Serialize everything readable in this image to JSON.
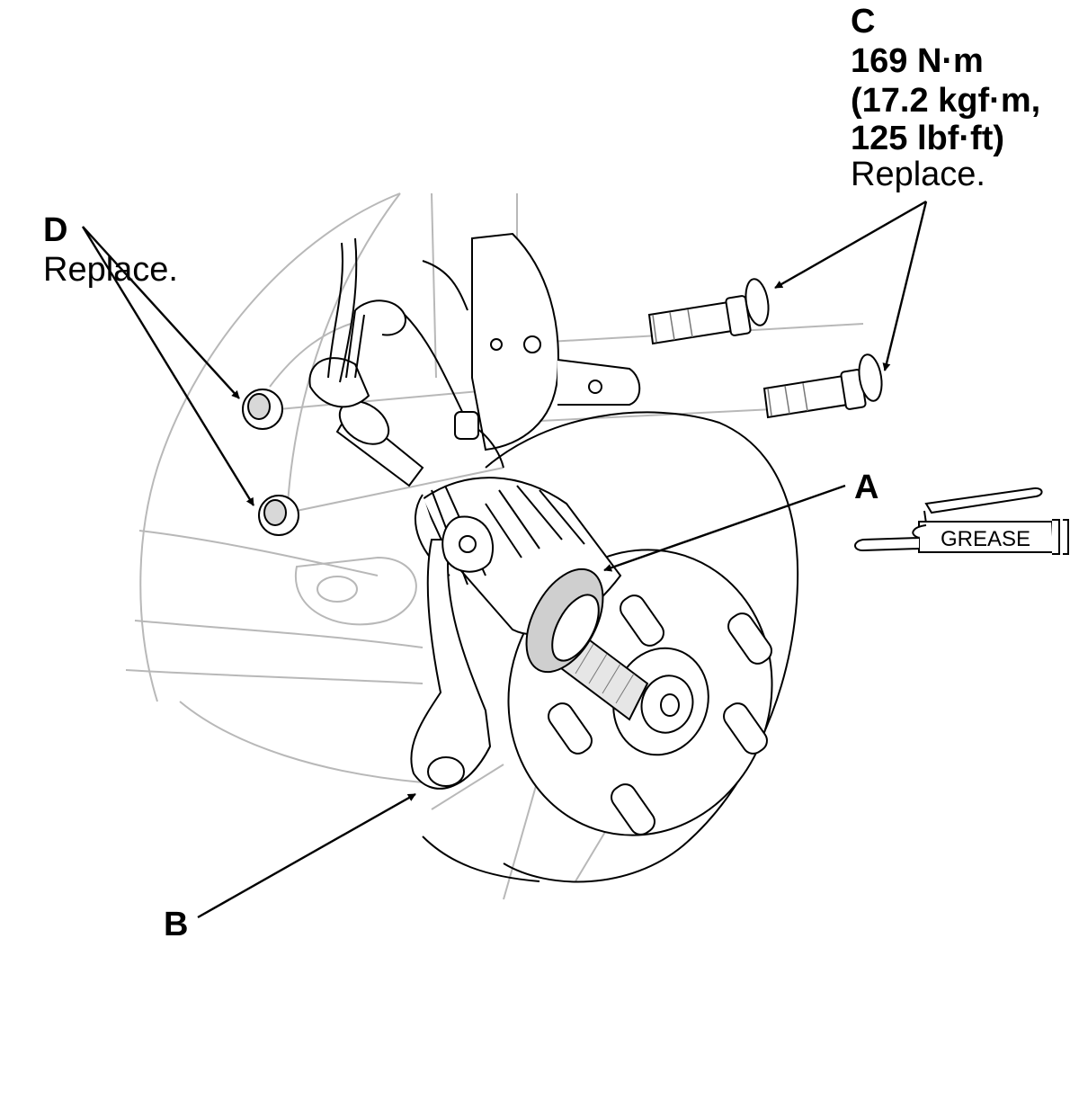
{
  "callouts": {
    "a": {
      "letter": "A"
    },
    "b": {
      "letter": "B"
    },
    "c": {
      "letter": "C",
      "torque_nm": "169 N·m",
      "torque_kgf": "(17.2 kgf·m,",
      "torque_lbf": "125 lbf·ft)",
      "note": "Replace."
    },
    "d": {
      "letter": "D",
      "note": "Replace."
    }
  },
  "grease_symbol": {
    "label": "GREASE"
  },
  "colors": {
    "line": "#000000",
    "faint_line": "#b8b8b8",
    "shading": "#cfcfcf"
  }
}
